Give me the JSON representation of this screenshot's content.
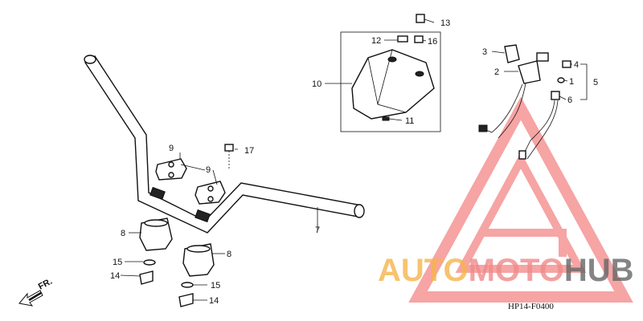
{
  "callouts": {
    "c1": "1",
    "c2": "2",
    "c3": "3",
    "c4": "4",
    "c5": "5",
    "c6": "6",
    "c7": "7",
    "c8a": "8",
    "c8b": "8",
    "c9a": "9",
    "c9b": "9",
    "c10": "10",
    "c11": "11",
    "c12": "12",
    "c13": "13",
    "c14a": "14",
    "c14b": "14",
    "c15a": "15",
    "c15b": "15",
    "c16": "16",
    "c17": "17"
  },
  "front_arrow": "FR.",
  "diagram_code": "HP14-F0400",
  "watermark": {
    "part1": "AUTO",
    "part2": "MOTO",
    "part3": "HUB",
    "color_auto": "#f6b54c",
    "color_moto": "#f08a8a",
    "color_hub": "#666666",
    "triangle_color": "#ef5b5b"
  }
}
